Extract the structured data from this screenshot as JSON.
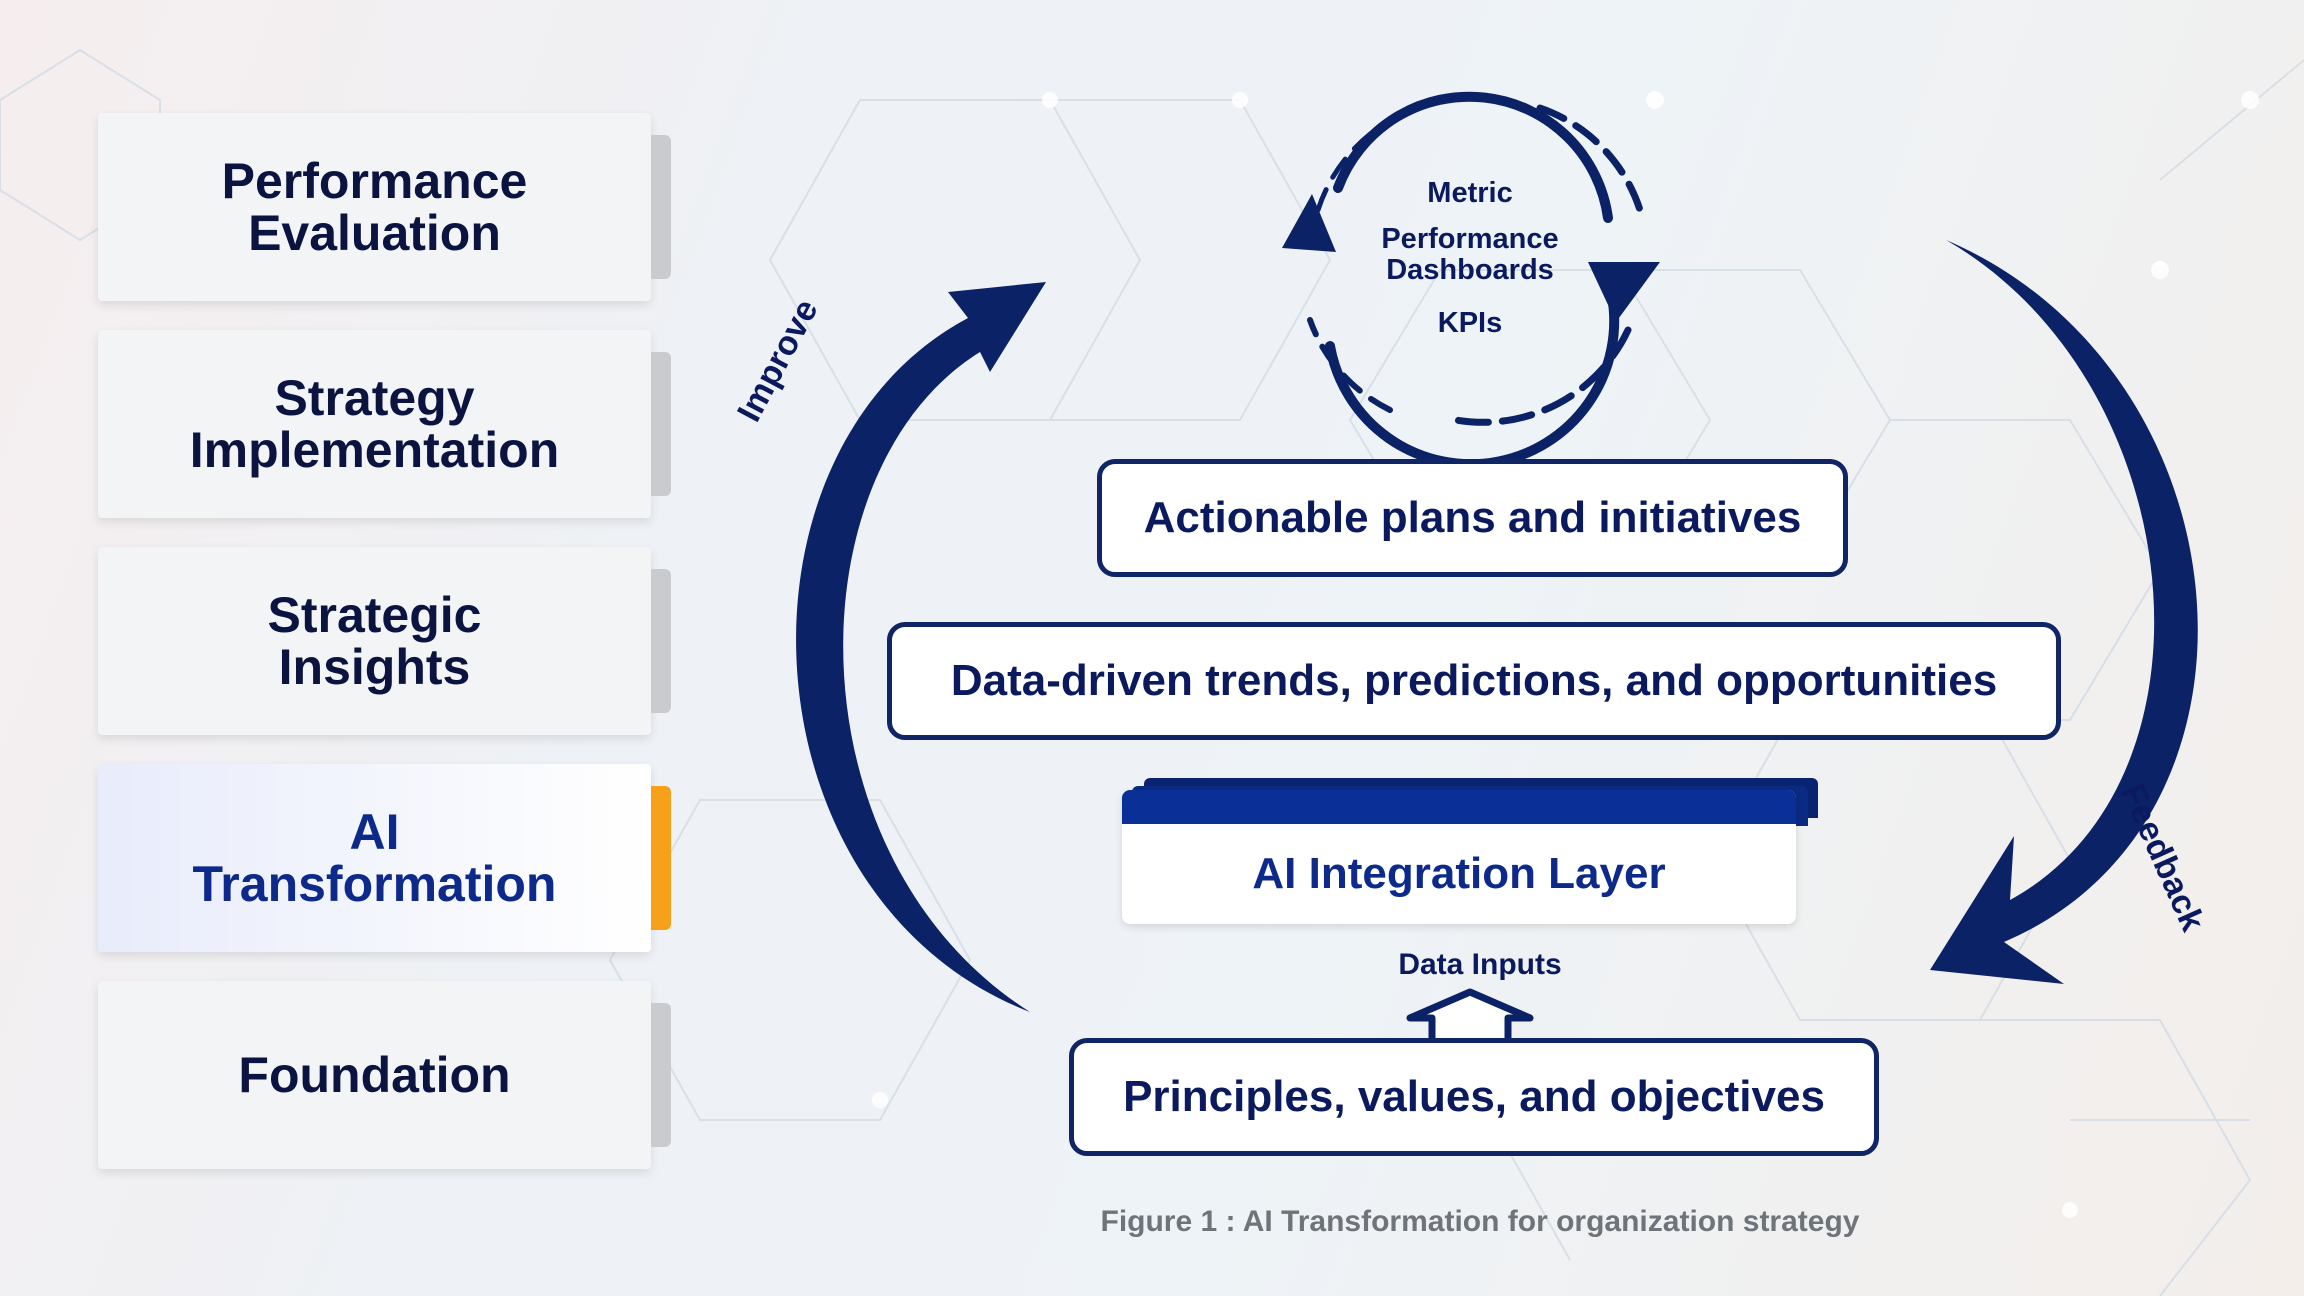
{
  "levels": [
    {
      "label": "Performance\nEvaluation",
      "active": false
    },
    {
      "label": "Strategy\nImplementation",
      "active": false
    },
    {
      "label": "Strategic\nInsights",
      "active": false
    },
    {
      "label": "AI\nTransformation",
      "active": true
    },
    {
      "label": "Foundation",
      "active": false
    }
  ],
  "cycle": {
    "metric": "Metric",
    "dashboards": "Performance\nDashboards",
    "kpis": "KPIs"
  },
  "boxes": {
    "plans": "Actionable plans and initiatives",
    "trends": "Data-driven trends, predictions, and opportunities",
    "ai_layer": "AI Integration Layer",
    "data_inputs": "Data Inputs",
    "principles": "Principles, values, and objectives"
  },
  "arrows": {
    "improve": "Improve",
    "feedback": "Feedback"
  },
  "caption": "Figure 1 : AI Transformation for organization strategy",
  "colors": {
    "navy": "#0b1a5e",
    "active_accent": "#f7a01a",
    "active_text": "#0d2a8a"
  }
}
